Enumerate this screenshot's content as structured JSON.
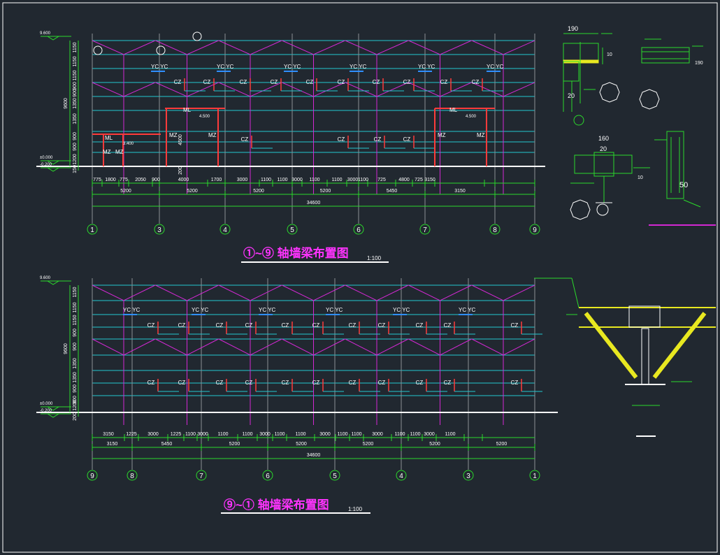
{
  "colors": {
    "background": "#212830",
    "wall_purlin": "#24c7d0",
    "brace": "#d328d3",
    "grid_line": "#8a8f95",
    "dimension": "#2bd92b",
    "column": "#ff3b3b",
    "text": "#ffffff",
    "title": "#ff33ff",
    "yellow": "#e8e820",
    "axis_marker": "#2bd92b"
  },
  "top_drawing": {
    "title": "①~⑨  轴墙梁布置图",
    "scale": "1:100",
    "axes": [
      "1",
      "3",
      "4",
      "5",
      "6",
      "7",
      "8",
      "9"
    ],
    "dim_row1": [
      "775",
      "1800",
      "775",
      "2050",
      "900",
      "4000",
      "1700",
      "3000",
      "1100",
      "1100",
      "3000",
      "1100",
      "1100",
      "3000",
      "1100",
      "725",
      "4800",
      "725",
      "3150"
    ],
    "dim_row2": [
      "5200",
      "5200",
      "5200",
      "5200",
      "5450",
      "3150"
    ],
    "total": "34600",
    "left_elev": [
      "9.600",
      "±0.000",
      "-0.200"
    ],
    "left_heights": [
      "1150",
      "1150",
      "1150",
      "900",
      "900",
      "1350",
      "1350",
      "900",
      "900",
      "1200",
      "150"
    ],
    "total_height": "9600",
    "opening_elev_left": "3.400",
    "opening_elev_mid": "4.500",
    "opening_elev_right": "4.500",
    "opening_height_mid": "4500",
    "ground_dim": "200",
    "label_yc": "YC",
    "label_cz": "CZ",
    "label_mz": "MZ",
    "label_ml": "ML"
  },
  "bottom_drawing": {
    "title": "⑨~①  轴墙梁布置图",
    "scale": "1:100",
    "axes": [
      "9",
      "8",
      "7",
      "6",
      "5",
      "4",
      "3",
      "1"
    ],
    "dim_row1": [
      "3150",
      "1225",
      "3000",
      "1225",
      "1100",
      "3000",
      "1100",
      "1100",
      "3000",
      "1100",
      "1100",
      "3000",
      "1100",
      "1100",
      "3000",
      "1100",
      "1100",
      "3000",
      "1100"
    ],
    "dim_row2": [
      "3150",
      "5450",
      "5200",
      "5200",
      "5200",
      "5200",
      "5200"
    ],
    "total": "34600",
    "left_elev": [
      "9.600",
      "±0.000",
      "-0.200"
    ],
    "left_heights": [
      "1150",
      "1150",
      "1150",
      "900",
      "900",
      "1350",
      "1350",
      "900",
      "900",
      "1200",
      "200"
    ],
    "total_height": "9600"
  },
  "details": {
    "d1_dim_top": "190",
    "d1_dim_side": "20",
    "d1_dim_right": "10",
    "d2_dim": "190",
    "d3_dim_top": "160",
    "d3_dim_20": "20",
    "d3_dim_side": "10",
    "d4_dim": "50"
  }
}
